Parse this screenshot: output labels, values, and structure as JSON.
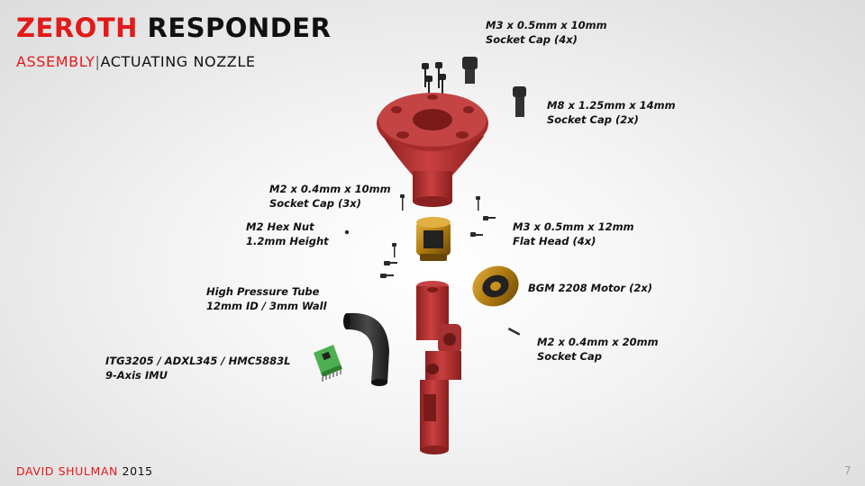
{
  "title": {
    "part1": "ZEROTH",
    "part2": "RESPONDER"
  },
  "subtitle": {
    "part1": "ASSEMBLY",
    "separator": "|",
    "part2": "ACTUATING NOZZLE"
  },
  "labels": {
    "m3_10": {
      "line1": "M3 x 0.5mm x 10mm",
      "line2": "Socket Cap (4x)"
    },
    "m8_14": {
      "line1": "M8 x 1.25mm x 14mm",
      "line2": "Socket Cap (2x)"
    },
    "m2_10": {
      "line1": "M2 x 0.4mm x 10mm",
      "line2": "Socket Cap (3x)"
    },
    "m2_nut": {
      "line1": "M2 Hex Nut",
      "line2": "1.2mm Height"
    },
    "m3_12": {
      "line1": "M3 x 0.5mm x 12mm",
      "line2": "Flat Head (4x)"
    },
    "tube": {
      "line1": "High Pressure  Tube",
      "line2": "12mm ID / 3mm Wall"
    },
    "motor": {
      "line1": "BGM 2208 Motor (2x)"
    },
    "m2_20": {
      "line1": "M2 x 0.4mm x 20mm",
      "line2": "Socket Cap"
    },
    "imu": {
      "line1": "ITG3205 / ADXL345 / HMC5883L",
      "line2": "9-Axis IMU"
    }
  },
  "footer": {
    "author": "DAVID SHULMAN",
    "year": "2015"
  },
  "page_number": "7",
  "colors": {
    "accent": "#e21a1a",
    "part_red": "#b83232",
    "motor_gold": "#c8901e",
    "tube_black": "#2a2a2a",
    "pcb_green": "#4caf50"
  }
}
